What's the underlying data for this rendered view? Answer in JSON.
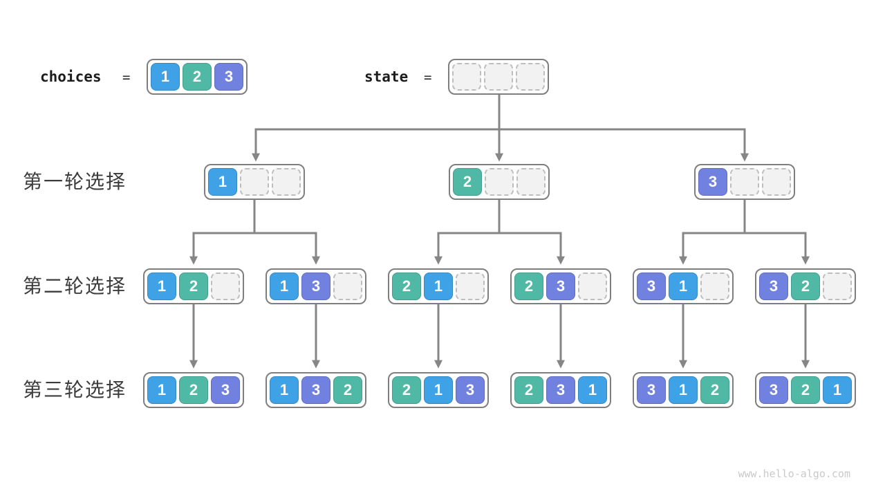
{
  "colors": {
    "1": "#3FA2E6",
    "2": "#4FB9A6",
    "3": "#7181DF",
    "line": "#868686",
    "container_border": "#7E7E7E",
    "empty_fill": "#F2F2F2",
    "empty_border": "#BDBDBD",
    "label_text": "#3C3C3C",
    "code_text": "#1C1C1C",
    "watermark_text": "#C9C9C9"
  },
  "legend": {
    "choices_label": "choices",
    "choices_equals": "=",
    "choices_cells": [
      "1",
      "2",
      "3"
    ],
    "state_label": "state",
    "state_equals": "=",
    "state_cells": [
      "",
      "",
      ""
    ]
  },
  "rows": [
    {
      "label": "第一轮选择",
      "nodes": [
        [
          "1",
          "",
          ""
        ],
        [
          "2",
          "",
          ""
        ],
        [
          "3",
          "",
          ""
        ]
      ]
    },
    {
      "label": "第二轮选择",
      "nodes": [
        [
          "1",
          "2",
          ""
        ],
        [
          "1",
          "3",
          ""
        ],
        [
          "2",
          "1",
          ""
        ],
        [
          "2",
          "3",
          ""
        ],
        [
          "3",
          "1",
          ""
        ],
        [
          "3",
          "2",
          ""
        ]
      ]
    },
    {
      "label": "第三轮选择",
      "nodes": [
        [
          "1",
          "2",
          "3"
        ],
        [
          "1",
          "3",
          "2"
        ],
        [
          "2",
          "1",
          "3"
        ],
        [
          "2",
          "3",
          "1"
        ],
        [
          "3",
          "1",
          "2"
        ],
        [
          "3",
          "2",
          "1"
        ]
      ]
    }
  ],
  "watermark": "www.hello-algo.com"
}
